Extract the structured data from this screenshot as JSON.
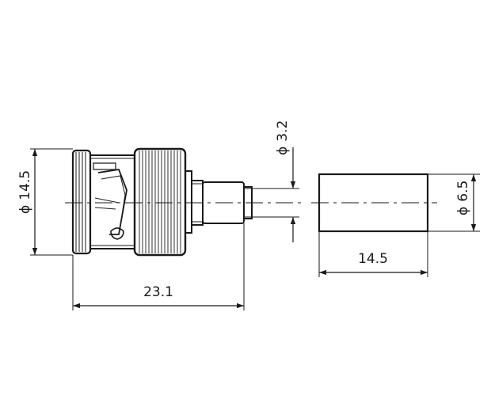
{
  "dimensions": {
    "overall_length": "23.1",
    "body_diameter_symbol": "ϕ",
    "body_diameter": "14.5",
    "pin_diameter_symbol": "ϕ",
    "pin_diameter": "3.2",
    "ferrule_length": "14.5",
    "ferrule_diameter_symbol": "ϕ",
    "ferrule_diameter": "6.5"
  },
  "colors": {
    "line": "#1a1a1a",
    "background": "#ffffff"
  }
}
